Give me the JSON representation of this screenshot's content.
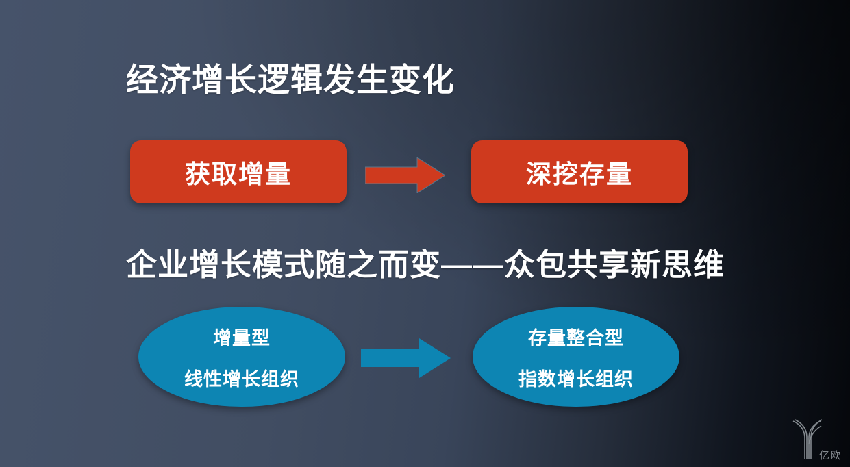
{
  "slide": {
    "section_economy": {
      "title": "经济增长逻辑发生变化",
      "node_left": "获取增量",
      "node_right": "深挖存量",
      "node_color": "#cf3a1e",
      "arrow_color": "#cf3a1e"
    },
    "section_enterprise": {
      "title": "企业增长模式随之而变——众包共享新思维",
      "node_left": {
        "line1": "增量型",
        "line2": "线性增长组织"
      },
      "node_right": {
        "line1": "存量整合型",
        "line2": "指数增长组织"
      },
      "node_color": "#0d85b3",
      "arrow_color": "#0d85b3"
    },
    "watermark": {
      "logo_text": "亿欧",
      "logo_color": "#9aa0a6"
    },
    "background": {
      "left_color": "#46536a",
      "right_color": "#05070b"
    }
  }
}
